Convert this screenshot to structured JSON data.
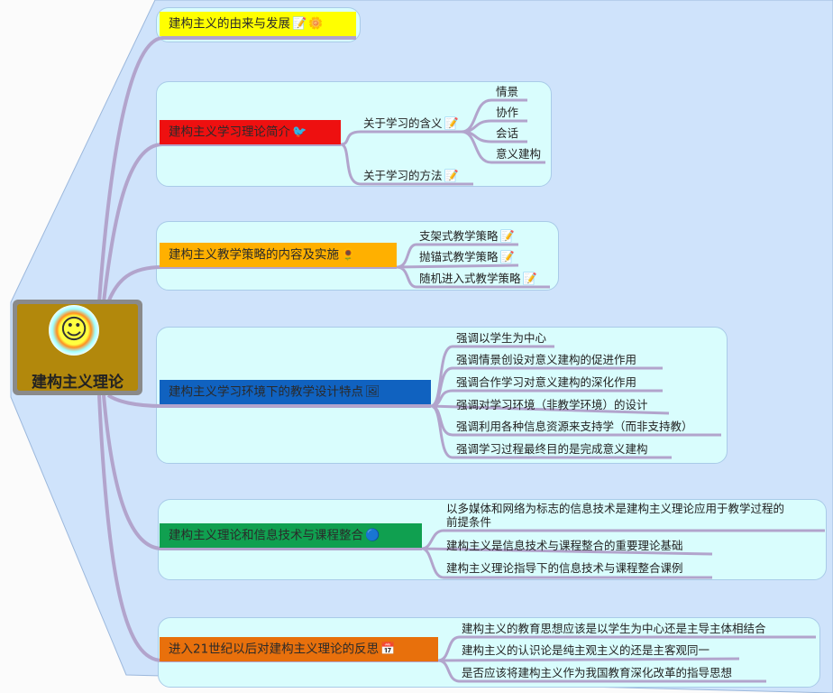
{
  "root": {
    "label": "建构主义理论",
    "icon": "smiley-sun-icon"
  },
  "topics": [
    {
      "label": "建构主义的由来与发展",
      "color": "#ffff00",
      "icons": [
        "note-icon",
        "flower-pot-icon"
      ]
    },
    {
      "label": "建构主义学习理论简介",
      "color": "#ee1010",
      "icons": [
        "bird-icon"
      ],
      "children": [
        {
          "label": "关于学习的含义",
          "children": [
            "情景",
            "协作",
            "会话",
            "意义建构"
          ]
        },
        {
          "label": "关于学习的方法"
        }
      ]
    },
    {
      "label": "建构主义教学策略的内容及实施",
      "color": "#ffb000",
      "icons": [
        "flower-icon"
      ],
      "children": [
        "支架式教学策略",
        "抛锚式教学策略",
        "随机进入式教学策略"
      ]
    },
    {
      "label": "建构主义学习环境下的教学设计特点",
      "color": "#1062c0",
      "icons": [
        "picture-icon"
      ],
      "children": [
        "强调以学生为中心",
        "强调情景创设对意义建构的促进作用",
        "强调合作学习对意义建构的深化作用",
        "强调对学习环境（非教学环境）的设计",
        "强调利用各种信息资源来支持学（而非支持教）",
        "强调学习过程最终目的是完成意义建构"
      ]
    },
    {
      "label": "建构主义理论和信息技术与课程整合",
      "color": "#10a050",
      "icons": [
        "balls-icon"
      ],
      "children": [
        "以多媒体和网络为标志的信息技术是建构主义理论应用于教学过程的",
        "前提条件",
        "建构主义是信息技术与课程整合的重要理论基础",
        "建构主义理论指导下的信息技术与课程整合课例"
      ]
    },
    {
      "label": "进入21世纪以后对建构主义理论的反思",
      "color": "#e8700c",
      "icons": [
        "calendar-icon"
      ],
      "children": [
        "建构主义的教育思想应该是以学生为中心还是主导主体相结合",
        "建构主义的认识论是纯主观主义的还是主客观同一",
        "是否应该将建构主义作为我国教育深化改革的指导思想"
      ]
    }
  ]
}
